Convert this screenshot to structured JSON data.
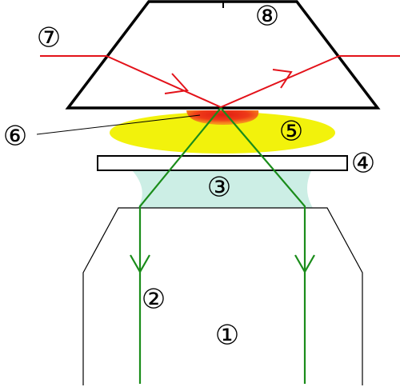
{
  "diagram": {
    "labels": {
      "objective": "①",
      "excitation_light": "②",
      "immersion_oil": "③",
      "cover_glass": "④",
      "sample": "⑤",
      "evanescent_field": "⑥",
      "incident_beam": "⑦",
      "prism": "⑧"
    },
    "colors": {
      "beam_red": "#e3121a",
      "beam_green": "#1a8c1a",
      "oil_fill": "#cceee5",
      "sample_fill": "#f2f20c",
      "field_core": "#e01b14",
      "field_glow": "#f7901e",
      "outline": "#000000"
    }
  }
}
